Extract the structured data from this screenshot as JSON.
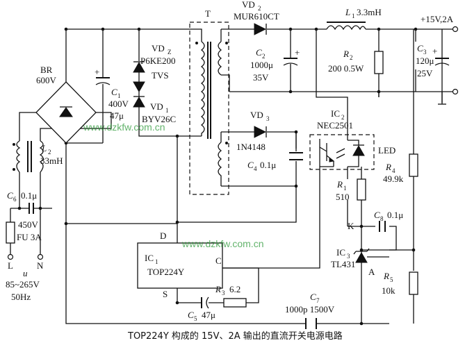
{
  "caption": "TOP224Y 构成的 15V、2A 输出的直流开关电源电路",
  "watermark": "www.dzkfw.com.cn",
  "output": {
    "label": "+15V,2A"
  },
  "input": {
    "l": "L",
    "n": "N",
    "u": "u",
    "voltage": "85~265V",
    "freq": "50Hz"
  },
  "fuse": {
    "rating": "450V",
    "name": "FU 3A"
  },
  "bridge": {
    "name": "BR",
    "rating": "600V"
  },
  "l2": {
    "name": "L",
    "sub": "2",
    "value": "33mH"
  },
  "c6": {
    "name": "C",
    "sub": "6",
    "value": "0.1μ"
  },
  "c1": {
    "name": "C",
    "sub": "1",
    "v": "400V",
    "value": "47μ"
  },
  "vdz": {
    "name": "VD",
    "sub": "Z",
    "part": "P6KE200",
    "type": "TVS"
  },
  "vd1": {
    "name": "VD",
    "sub": "1",
    "part": "BYV26C"
  },
  "t": {
    "name": "T"
  },
  "vd2": {
    "name": "VD",
    "sub": "2",
    "part": "MUR610CT"
  },
  "c2": {
    "name": "C",
    "sub": "2",
    "value": "1000μ",
    "v": "35V"
  },
  "l1": {
    "name": "L",
    "sub": "1",
    "value": "3.3mH"
  },
  "r2": {
    "name": "R",
    "sub": "2",
    "value": "200 0.5W"
  },
  "c3": {
    "name": "C",
    "sub": "3",
    "value": "120μ",
    "v": "25V"
  },
  "vd3": {
    "name": "VD",
    "sub": "3",
    "part": "1N4148"
  },
  "c4": {
    "name": "C",
    "sub": "4",
    "value": "0.1μ"
  },
  "ic2": {
    "name": "IC",
    "sub": "2",
    "part": "NEC2501",
    "led": "LED"
  },
  "r4": {
    "name": "R",
    "sub": "4",
    "value": "49.9k"
  },
  "r1": {
    "name": "R",
    "sub": "1",
    "value": "510"
  },
  "c8": {
    "name": "C",
    "sub": "8",
    "value": "0.1μ"
  },
  "ic3": {
    "name": "IC",
    "sub": "3",
    "part": "TL431",
    "k": "K",
    "a": "A"
  },
  "r5": {
    "name": "R",
    "sub": "5",
    "value": "10k"
  },
  "ic1": {
    "name": "IC",
    "sub": "1",
    "part": "TOP224Y",
    "d": "D",
    "c": "C",
    "s": "S"
  },
  "r3": {
    "name": "R",
    "sub": "3",
    "value": "6.2"
  },
  "c5": {
    "name": "C",
    "sub": "5",
    "value": "47μ"
  },
  "c7": {
    "name": "C",
    "sub": "7",
    "value": "1000p 1500V"
  }
}
